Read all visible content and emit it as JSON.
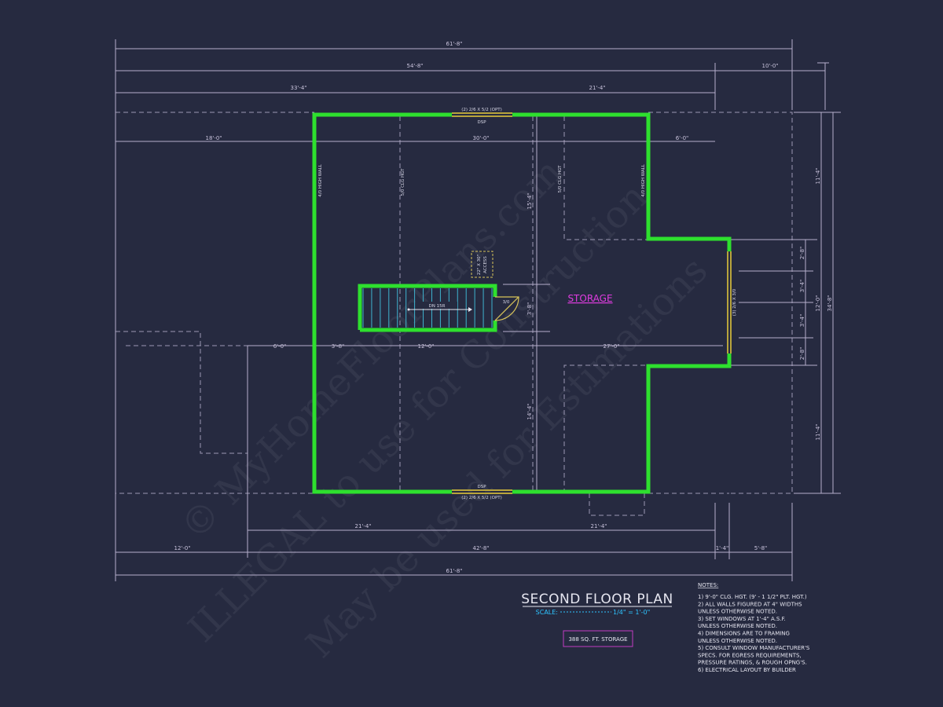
{
  "drawing": {
    "title": "SECOND FLOOR PLAN",
    "scale_label": "SCALE:",
    "scale_value": "1/4\" = 1'-0\"",
    "room_label": "STORAGE",
    "area_box": "388 SQ. FT. STORAGE",
    "stair_label": "DN 15R",
    "door_label": "3/0",
    "attic_access": [
      "22\" X 30\"",
      "ACCESS"
    ],
    "wall_labels": [
      "4/0 HIGH WALL",
      "5/0 CLG HGT",
      "5/0 CLG HGT",
      "4/0 HIGH WALL"
    ],
    "window_top": "(2) 2/6 X 5/2 (OPT)",
    "window_top_sub": "DSP",
    "window_bottom": "(2) 2/6 X 5/2 (OPT)",
    "window_bottom_sub": "DSP",
    "window_right": "(3) 2/6 X 3/0",
    "colors": {
      "background": "#262a40",
      "walls": "#2ee02e",
      "stairs": "#3fb3cf",
      "room_label": "#e03ce0",
      "scale_text": "#2ec4ff",
      "lines": "#b6afcc"
    }
  },
  "dimensions": {
    "top": [
      "61'-8\"",
      "54'-8\"",
      "10'-0\"",
      "33'-4\"",
      "21'-4\"",
      "18'-0\"",
      "30'-0\"",
      "6'-0\""
    ],
    "bottom": [
      "21'-4\"",
      "21'-4\"",
      "12'-0\"",
      "42'-8\"",
      "1'-4\"",
      "5'-8\"",
      "61'-8\""
    ],
    "interior": [
      "6'-0\"",
      "3'-8\"",
      "12'-0\"",
      "27'-0\"",
      "15'-4\"",
      "3'-8\"",
      "14'-4\""
    ],
    "right": [
      "11'-4\"",
      "2'-8\"",
      "3'-4\"",
      "3'-4\"",
      "2'-8\"",
      "12'-0\"",
      "34'-8\"",
      "11'-4\""
    ]
  },
  "notes": {
    "heading": "NOTES:",
    "lines": [
      "1) 9'-0\" CLG. HGT. (9' - 1 1/2\" PLT. HGT.)",
      "2) ALL WALLS FIGURED AT 4\" WIDTHS",
      "    UNLESS OTHERWISE NOTED.",
      "3) SET WINDOWS AT 1'-4\" A.S.F.",
      "    UNLESS OTHERWISE NOTED.",
      "4) DIMENSIONS ARE TO FRAMING",
      "    UNLESS OTHERWISE NOTED.",
      "5) CONSULT WINDOW MANUFACTURER'S",
      "    SPECS. FOR EGRESS REQUIREMENTS,",
      "    PRESSURE RATINGS, & ROUGH OPNG'S.",
      "6) ELECTRICAL LAYOUT BY BUILDER"
    ]
  },
  "watermark": {
    "line1": "© MyHomeFloorPlans.com",
    "line2": "ILLEGAL to use for Construction",
    "line3": "May be used for Estimations"
  }
}
